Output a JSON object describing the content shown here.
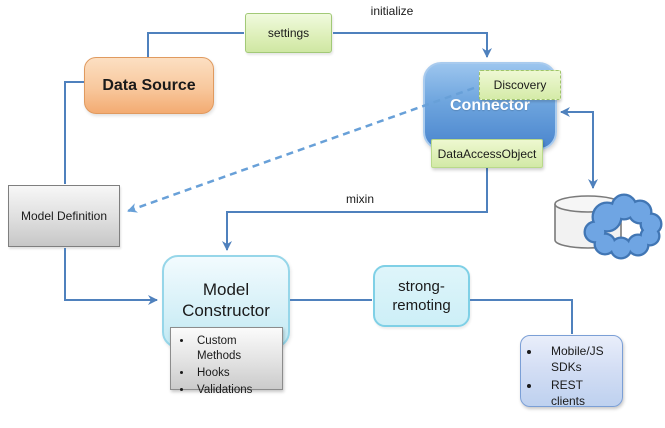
{
  "diagram": {
    "edge_labels": {
      "initialize": "initialize",
      "mixin": "mixin"
    },
    "nodes": {
      "data_source": {
        "label": "Data Source"
      },
      "settings": {
        "label": "settings"
      },
      "connector": {
        "label": "Connector"
      },
      "discovery": {
        "label": "Discovery"
      },
      "data_access_object": {
        "label": "DataAccessObject"
      },
      "model_definition": {
        "label": "Model Definition"
      },
      "model_constructor": {
        "label": "Model Constructor"
      },
      "model_features": {
        "items": [
          "Custom Methods",
          "Hooks",
          "Validations"
        ]
      },
      "strong_remoting": {
        "label": "strong-remoting"
      },
      "clients": {
        "items": [
          "Mobile/JS SDKs",
          "REST clients"
        ]
      }
    },
    "icons": {
      "database": "database-cylinder-icon",
      "cloud": "cloud-icon"
    },
    "colors": {
      "line": "#4f81bd",
      "dashed_line": "#68a0d8",
      "data_source_fill": "#f8c89d",
      "green_fill": "#ddefb8",
      "connector_fill": "#6ea5de",
      "gray_fill": "#dedede",
      "cyan_fill": "#ddf3f9",
      "clients_fill": "#d2ddf4",
      "cloud_fill": "#6fa5e3",
      "background": "#ffffff"
    }
  }
}
